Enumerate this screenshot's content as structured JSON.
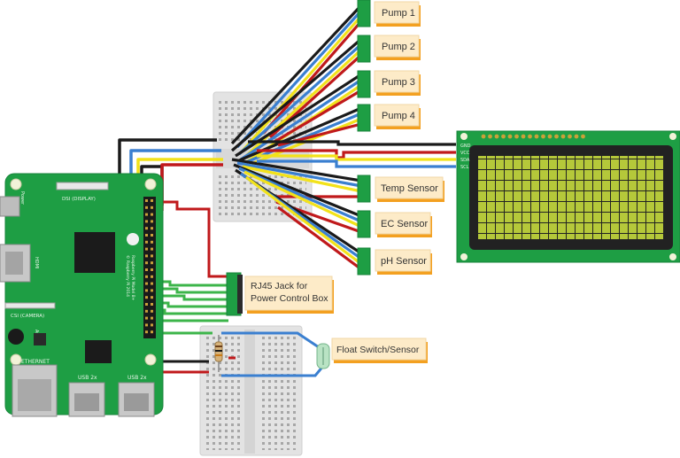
{
  "labels": {
    "pump1": "Pump 1",
    "pump2": "Pump 2",
    "pump3": "Pump 3",
    "pump4": "Pump 4",
    "temp": "Temp Sensor",
    "ec": "EC Sensor",
    "ph": "pH Sensor",
    "rj45_line1": "RJ45 Jack for",
    "rj45_line2": "Power Control Box",
    "float": "Float Switch/Sensor"
  },
  "board": {
    "dsi": "DSI (DISPLAY)",
    "csi": "CSI (CAMERA)",
    "ethernet": "ETHERNET",
    "usb1": "USB 2x",
    "usb2": "USB 2x",
    "power": "Power",
    "hdmi": "HDMI",
    "audio": "Audio",
    "model_line1": "Raspberry Pi Model B+",
    "model_line2": "© Raspberry Pi 2014"
  },
  "lcd": {
    "pins": [
      "GND",
      "VCC",
      "SDA",
      "SCL"
    ]
  },
  "colors": {
    "wire_black": "#1a1a1a",
    "wire_red": "#c0191b",
    "wire_yellow": "#f2e21a",
    "wire_blue": "#3a7fd0",
    "wire_green": "#3cb54a",
    "board_green": "#1e9e44",
    "label_fill": "#fdebc8",
    "label_shadow": "#f3a020",
    "lcd_screen": "#b5c83a"
  }
}
